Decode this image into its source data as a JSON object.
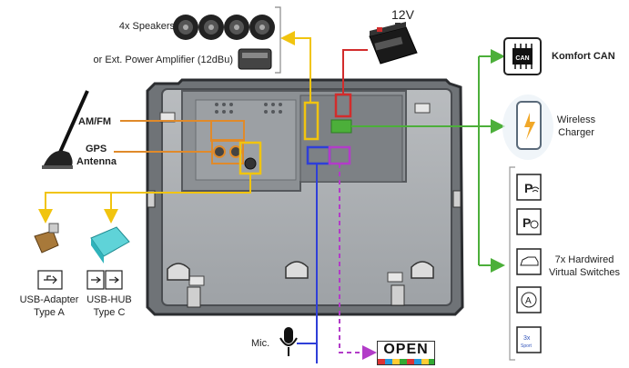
{
  "colors": {
    "bus": "#6fbf3a",
    "yellow": "#f1c40f",
    "orange": "#e08a2a",
    "red": "#d22c2c",
    "blue": "#2f3fd8",
    "purple": "#b23cc8",
    "green": "#4caf3a"
  },
  "labels": {
    "speakers": "4x Speakers",
    "amp": "or Ext. Power Amplifier (12dBu)",
    "power": "12V",
    "amfm": "AM/FM",
    "gps_line1": "GPS",
    "gps_line2": "Antenna",
    "usb_a_line1": "USB-Adapter",
    "usb_a_line2": "Type A",
    "usb_c_line1": "USB-HUB",
    "usb_c_line2": "Type C",
    "mic": "Mic.",
    "open": "OPEN",
    "komfort": "Komfort CAN",
    "wireless_line1": "Wireless",
    "wireless_line2": "Charger",
    "switches_line1": "7x Hardwired",
    "switches_line2": "Virtual Switches",
    "can_chip": "CAN"
  },
  "switch_icons": [
    {
      "name": "parking-assist-icon",
      "glyph": "P"
    },
    {
      "name": "parking-camera-icon",
      "glyph": "P"
    },
    {
      "name": "car-icon",
      "glyph": ""
    },
    {
      "name": "auto-hold-icon",
      "glyph": "A"
    },
    {
      "name": "sport-mode-icon",
      "glyph": "3x"
    }
  ]
}
